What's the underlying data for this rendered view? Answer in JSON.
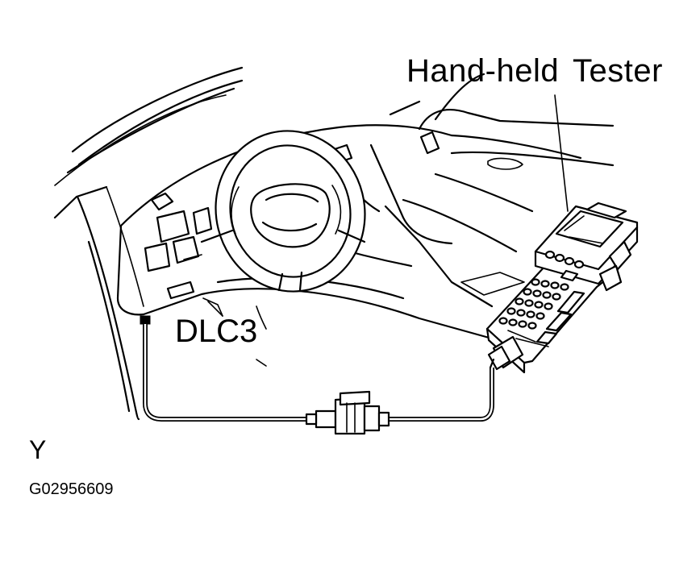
{
  "labels": {
    "tester": "Hand-held Tester",
    "dlc3": "DLC3",
    "view": "Y",
    "figure_code": "G02956609"
  }
}
